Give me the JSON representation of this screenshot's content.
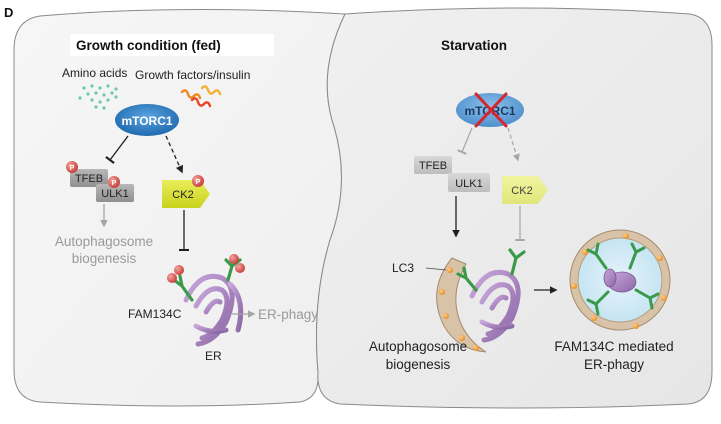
{
  "panel_letter": "D",
  "left_panel": {
    "title": "Growth condition (fed)",
    "amino_acids_label": "Amino acids",
    "growth_factors_label": "Growth factors/insulin",
    "mtorc1_label": "mTORC1",
    "tfeb_label": "TFEB",
    "ulk1_label": "ULK1",
    "ck2_label": "CK2",
    "phospho_label": "P",
    "autophagosome_line1": "Autophagosome",
    "autophagosome_line2": "biogenesis",
    "fam134c_label": "FAM134C",
    "er_label": "ER",
    "er_phagy_label": "ER-phagy"
  },
  "right_panel": {
    "title": "Starvation",
    "mtorc1_label": "mTORC1",
    "tfeb_label": "TFEB",
    "ulk1_label": "ULK1",
    "ck2_label": "CK2",
    "lc3_label": "LC3",
    "autophagosome_line1": "Autophagosome",
    "autophagosome_line2": "biogenesis",
    "result_line1": "FAM134C mediated",
    "result_line2": "ER-phagy"
  },
  "colors": {
    "mtorc1_blue": "#2f7fc4",
    "ck2_yellow": "#d9e021",
    "phospho_red": "#d9534f",
    "fam134c_green": "#3a9a4a",
    "er_purple": "#9e7bb5",
    "grey_text": "#9a9a9a",
    "cross_red": "#d7262d"
  }
}
